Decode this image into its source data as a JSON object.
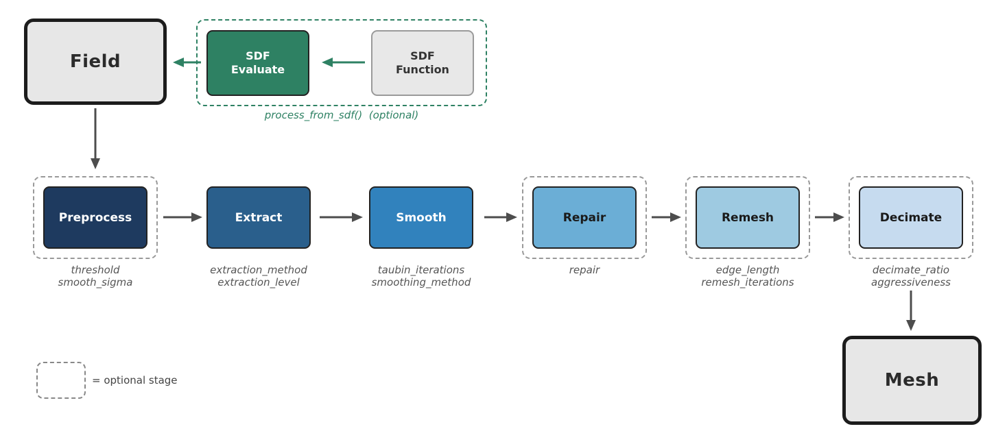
{
  "diagram": {
    "field_node": {
      "label": "Field"
    },
    "mesh_node": {
      "label": "Mesh"
    },
    "sdf_group": {
      "evaluate_label": "SDF\nEvaluate",
      "function_label": "SDF\nFunction",
      "caption": "process_from_sdf()  (optional)"
    },
    "stages": [
      {
        "label": "Preprocess",
        "params": "threshold\nsmooth_sigma",
        "optional": true,
        "fill": "#1e3a5f",
        "text_color": "#ffffff"
      },
      {
        "label": "Extract",
        "params": "extraction_method\nextraction_level",
        "optional": false,
        "fill": "#2a5f8c",
        "text_color": "#ffffff"
      },
      {
        "label": "Smooth",
        "params": "taubin_iterations\nsmoothing_method",
        "optional": false,
        "fill": "#3182bd",
        "text_color": "#ffffff"
      },
      {
        "label": "Repair",
        "params": "repair",
        "optional": true,
        "fill": "#6baed6",
        "text_color": "#1a1a1a"
      },
      {
        "label": "Remesh",
        "params": "edge_length\nremesh_iterations",
        "optional": true,
        "fill": "#9ecae1",
        "text_color": "#1a1a1a"
      },
      {
        "label": "Decimate",
        "params": "decimate_ratio\naggressiveness",
        "optional": true,
        "fill": "#c6dbef",
        "text_color": "#1a1a1a"
      }
    ],
    "legend": {
      "label": "= optional stage"
    },
    "colors": {
      "accent_green": "#2e8163",
      "arrow_gray": "#4d4d4d",
      "node_fill": "#e7e7e7",
      "node_border": "#1c1c1c",
      "dashed_gray": "#999999",
      "params_text": "#555555"
    }
  }
}
